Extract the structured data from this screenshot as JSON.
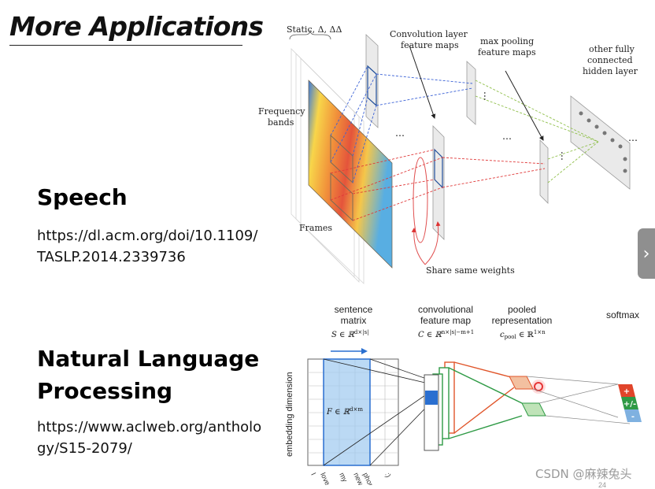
{
  "slide": {
    "title": "More Applications",
    "sections": [
      {
        "heading": "Speech",
        "link": "https://dl.acm.org/doi/10.1109/TASLP.2014.2339736"
      },
      {
        "heading_line1": "Natural Language",
        "heading_line2": "Processing",
        "link": "https://www.aclweb.org/anthology/S15-2079/"
      }
    ]
  },
  "speech_figure": {
    "static_label": "Static, Δ, ΔΔ",
    "conv_label_1": "Convolution layer",
    "conv_label_2": "feature maps",
    "pool_label_1": "max pooling",
    "pool_label_2": "feature maps",
    "fc_label_1": "other fully",
    "fc_label_2": "connected",
    "fc_label_3": "hidden layers",
    "freq_label_1": "Frequency",
    "freq_label_2": "bands",
    "frames_label": "Frames",
    "share_label": "Share same weights",
    "dots": "⋯"
  },
  "nlp_figure": {
    "sentence_1": "sentence",
    "sentence_2": "matrix",
    "sentence_formula": "S ∈ ℝ",
    "sentence_sup": "d×|s|",
    "conv_1": "convolutional",
    "conv_2": "feature map",
    "conv_formula": "C ∈ ℝ",
    "conv_sup": "n×|s|−m+1",
    "pooled_1": "pooled",
    "pooled_2": "representation",
    "pooled_formula": "c",
    "pooled_sub": "pool",
    "pooled_formula_2": " ∈ ℝ",
    "pooled_sup": "1×n",
    "softmax": "softmax",
    "embedding_axis": "embedding dimension",
    "filter_formula": "F ∈ ℝ",
    "filter_sup": "d×m",
    "words": [
      "I",
      "love",
      "my",
      "new",
      "phone",
      ":)"
    ],
    "softmax_plus": "+",
    "softmax_pm": "+/-",
    "softmax_minus": "-"
  },
  "nav": {
    "next_arrow": "›"
  },
  "watermark": "CSDN @麻辣兔头",
  "page_number": "24"
}
